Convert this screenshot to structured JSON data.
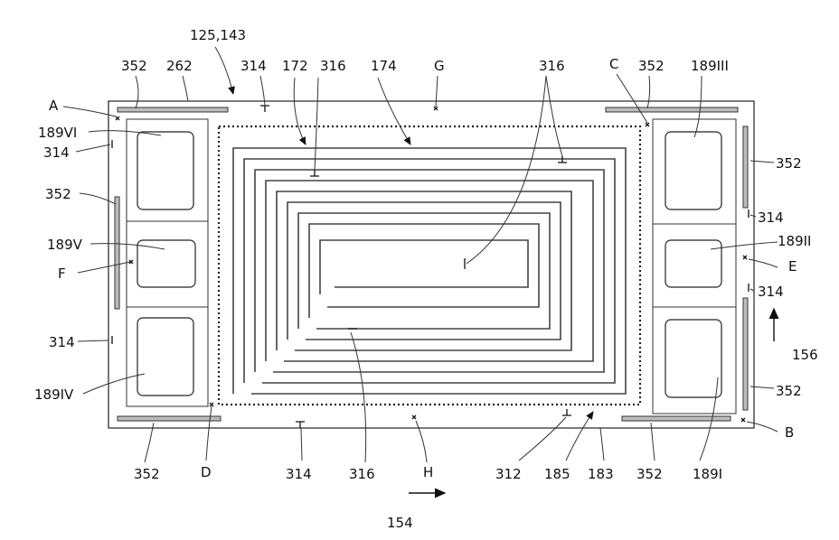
{
  "labels": {
    "l352_tl": "352",
    "l262": "262",
    "l125": "125,143",
    "l314_top": "314",
    "l172": "172",
    "l316_top": "316",
    "l174": "174",
    "lG": "G",
    "l316_tr": "316",
    "lC": "C",
    "l352_tr": "352",
    "l189III": "189III",
    "lA": "A",
    "l189VI": "189VI",
    "l314_l1": "314",
    "l352_l": "352",
    "l189V": "189V",
    "lF": "F",
    "l314_l2": "314",
    "l189IV": "189IV",
    "l352_r1": "352",
    "l314_r1": "314",
    "l189II": "189II",
    "lE": "E",
    "l314_r2": "314",
    "l156": "156",
    "l352_r2": "352",
    "lB": "B",
    "l352_bl": "352",
    "lD": "D",
    "l314_b": "314",
    "l316_b": "316",
    "lH": "H",
    "l312": "312",
    "l185": "185",
    "l183": "183",
    "l352_br": "352",
    "l189I": "189I",
    "l154": "154"
  }
}
